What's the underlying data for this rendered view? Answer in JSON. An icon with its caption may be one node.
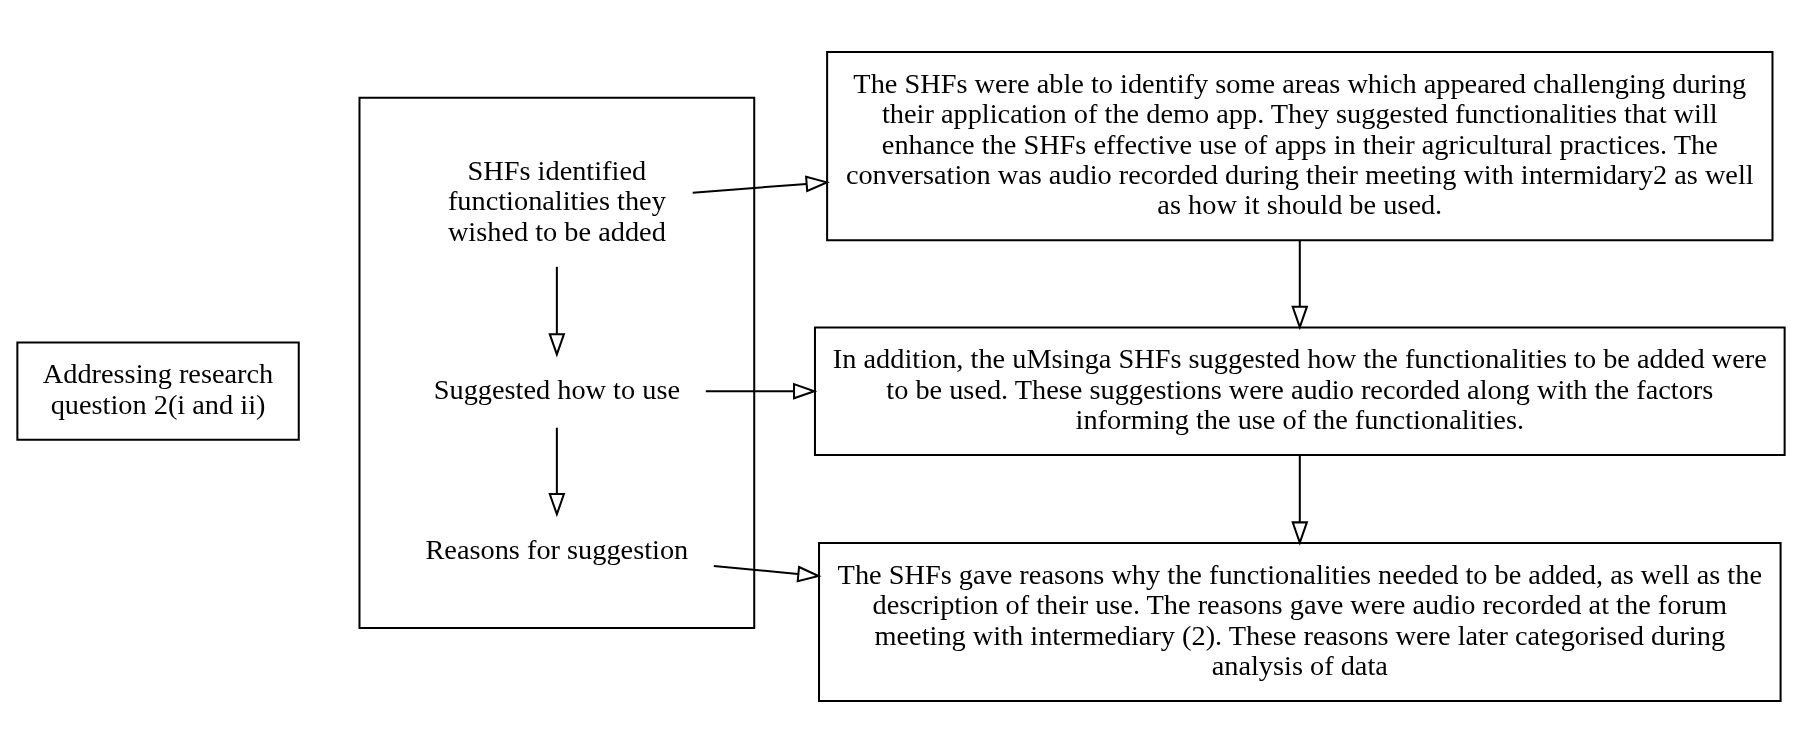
{
  "diagram": {
    "nodes": [
      {
        "text": [
          "Addressing research question 2(i and ii)"
        ]
      },
      {
        "text": [],
        "shape": "box"
      },
      {
        "text": [
          "SHFs identified functionalities they wished to be added"
        ],
        "in": 1
      },
      {
        "text": [
          "Suggested how to use"
        ],
        "in": 1
      },
      {
        "text": [
          "Reasons for suggestion"
        ],
        "in": 1
      },
      {
        "text": [
          "The SHFs were able to identify some areas which appeared challenging during their application of the demo app. They suggested functionalities that will enhance the SHFs effective use of apps in their agricultural practices. The conversation was audio recorded during their meeting with intermidary2 as well as how it should be used."
        ]
      },
      {
        "text": [
          "In addition, the uMsinga SHFs suggested how the functionalities to be added were to be used. These suggestions were audio recorded along with the factors informing the use of the functionalities."
        ]
      },
      {
        "text": [
          "The SHFs gave reasons why the functionalities needed to be added, as well as the description of their use. The reasons gave were audio recorded at the forum meeting with intermediary (2). These reasons were later categorised during analysis of data"
        ]
      }
    ],
    "edges": [
      {
        "from": 2,
        "to": 3,
        "arrow": "to"
      },
      {
        "from": 3,
        "to": 4,
        "arrow": "to"
      },
      {
        "from": 2,
        "to": 5,
        "arrow": "to"
      },
      {
        "from": 3,
        "to": 6,
        "arrow": "to"
      },
      {
        "from": 4,
        "to": 7,
        "arrow": "to"
      },
      {
        "from": 5,
        "to": 6,
        "arrow": "to"
      },
      {
        "from": 6,
        "to": 7,
        "arrow": "to"
      }
    ]
  }
}
